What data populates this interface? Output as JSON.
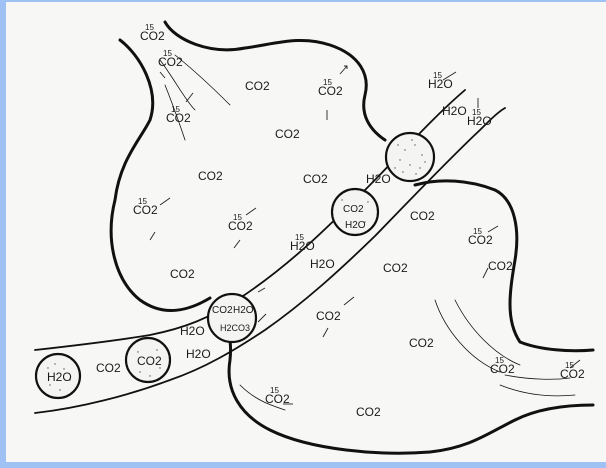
{
  "labels": {
    "iso": "15",
    "co2": "CO2",
    "h2o": "H2O",
    "h2co3": "H2CO3"
  },
  "labels_list": [
    {
      "k": "co2",
      "iso": true
    },
    {
      "k": "co2",
      "iso": true
    },
    {
      "k": "co2",
      "iso": true
    },
    {
      "k": "co2",
      "iso": false
    },
    {
      "k": "co2",
      "iso": true
    },
    {
      "k": "co2",
      "iso": false
    },
    {
      "k": "co2",
      "iso": false
    },
    {
      "k": "co2",
      "iso": true
    },
    {
      "k": "co2",
      "iso": false
    },
    {
      "k": "co2",
      "iso": true
    },
    {
      "k": "co2",
      "iso": false
    },
    {
      "k": "co2",
      "iso": false
    },
    {
      "k": "h2o",
      "iso": true
    },
    {
      "k": "h2o",
      "iso": false
    },
    {
      "k": "h2o",
      "iso": true
    },
    {
      "k": "h2o",
      "iso": false
    },
    {
      "k": "h2o",
      "iso": true
    },
    {
      "k": "h2o",
      "iso": false
    },
    {
      "k": "h2o",
      "iso": false
    },
    {
      "k": "h2o",
      "iso": false
    },
    {
      "k": "co2",
      "iso": false
    },
    {
      "k": "co2",
      "iso": true
    },
    {
      "k": "co2",
      "iso": false
    },
    {
      "k": "co2",
      "iso": false
    },
    {
      "k": "co2",
      "iso": true
    },
    {
      "k": "co2",
      "iso": true
    },
    {
      "k": "co2",
      "iso": false
    },
    {
      "k": "co2",
      "iso": false
    },
    {
      "k": "co2",
      "iso": true
    },
    {
      "k": "co2",
      "iso": false
    }
  ],
  "cells": [
    {
      "name": "red-cell-1",
      "text": "H2O"
    },
    {
      "name": "red-cell-2",
      "text": "CO2"
    },
    {
      "name": "red-cell-3",
      "text": "CO2 H2O H2CO3"
    },
    {
      "name": "red-cell-4",
      "text": "CO2 H2O"
    },
    {
      "name": "red-cell-5",
      "text": ""
    }
  ],
  "colors": {
    "background": "#f7f7f5",
    "frame": "#9fc1f4",
    "ink": "#111111"
  }
}
